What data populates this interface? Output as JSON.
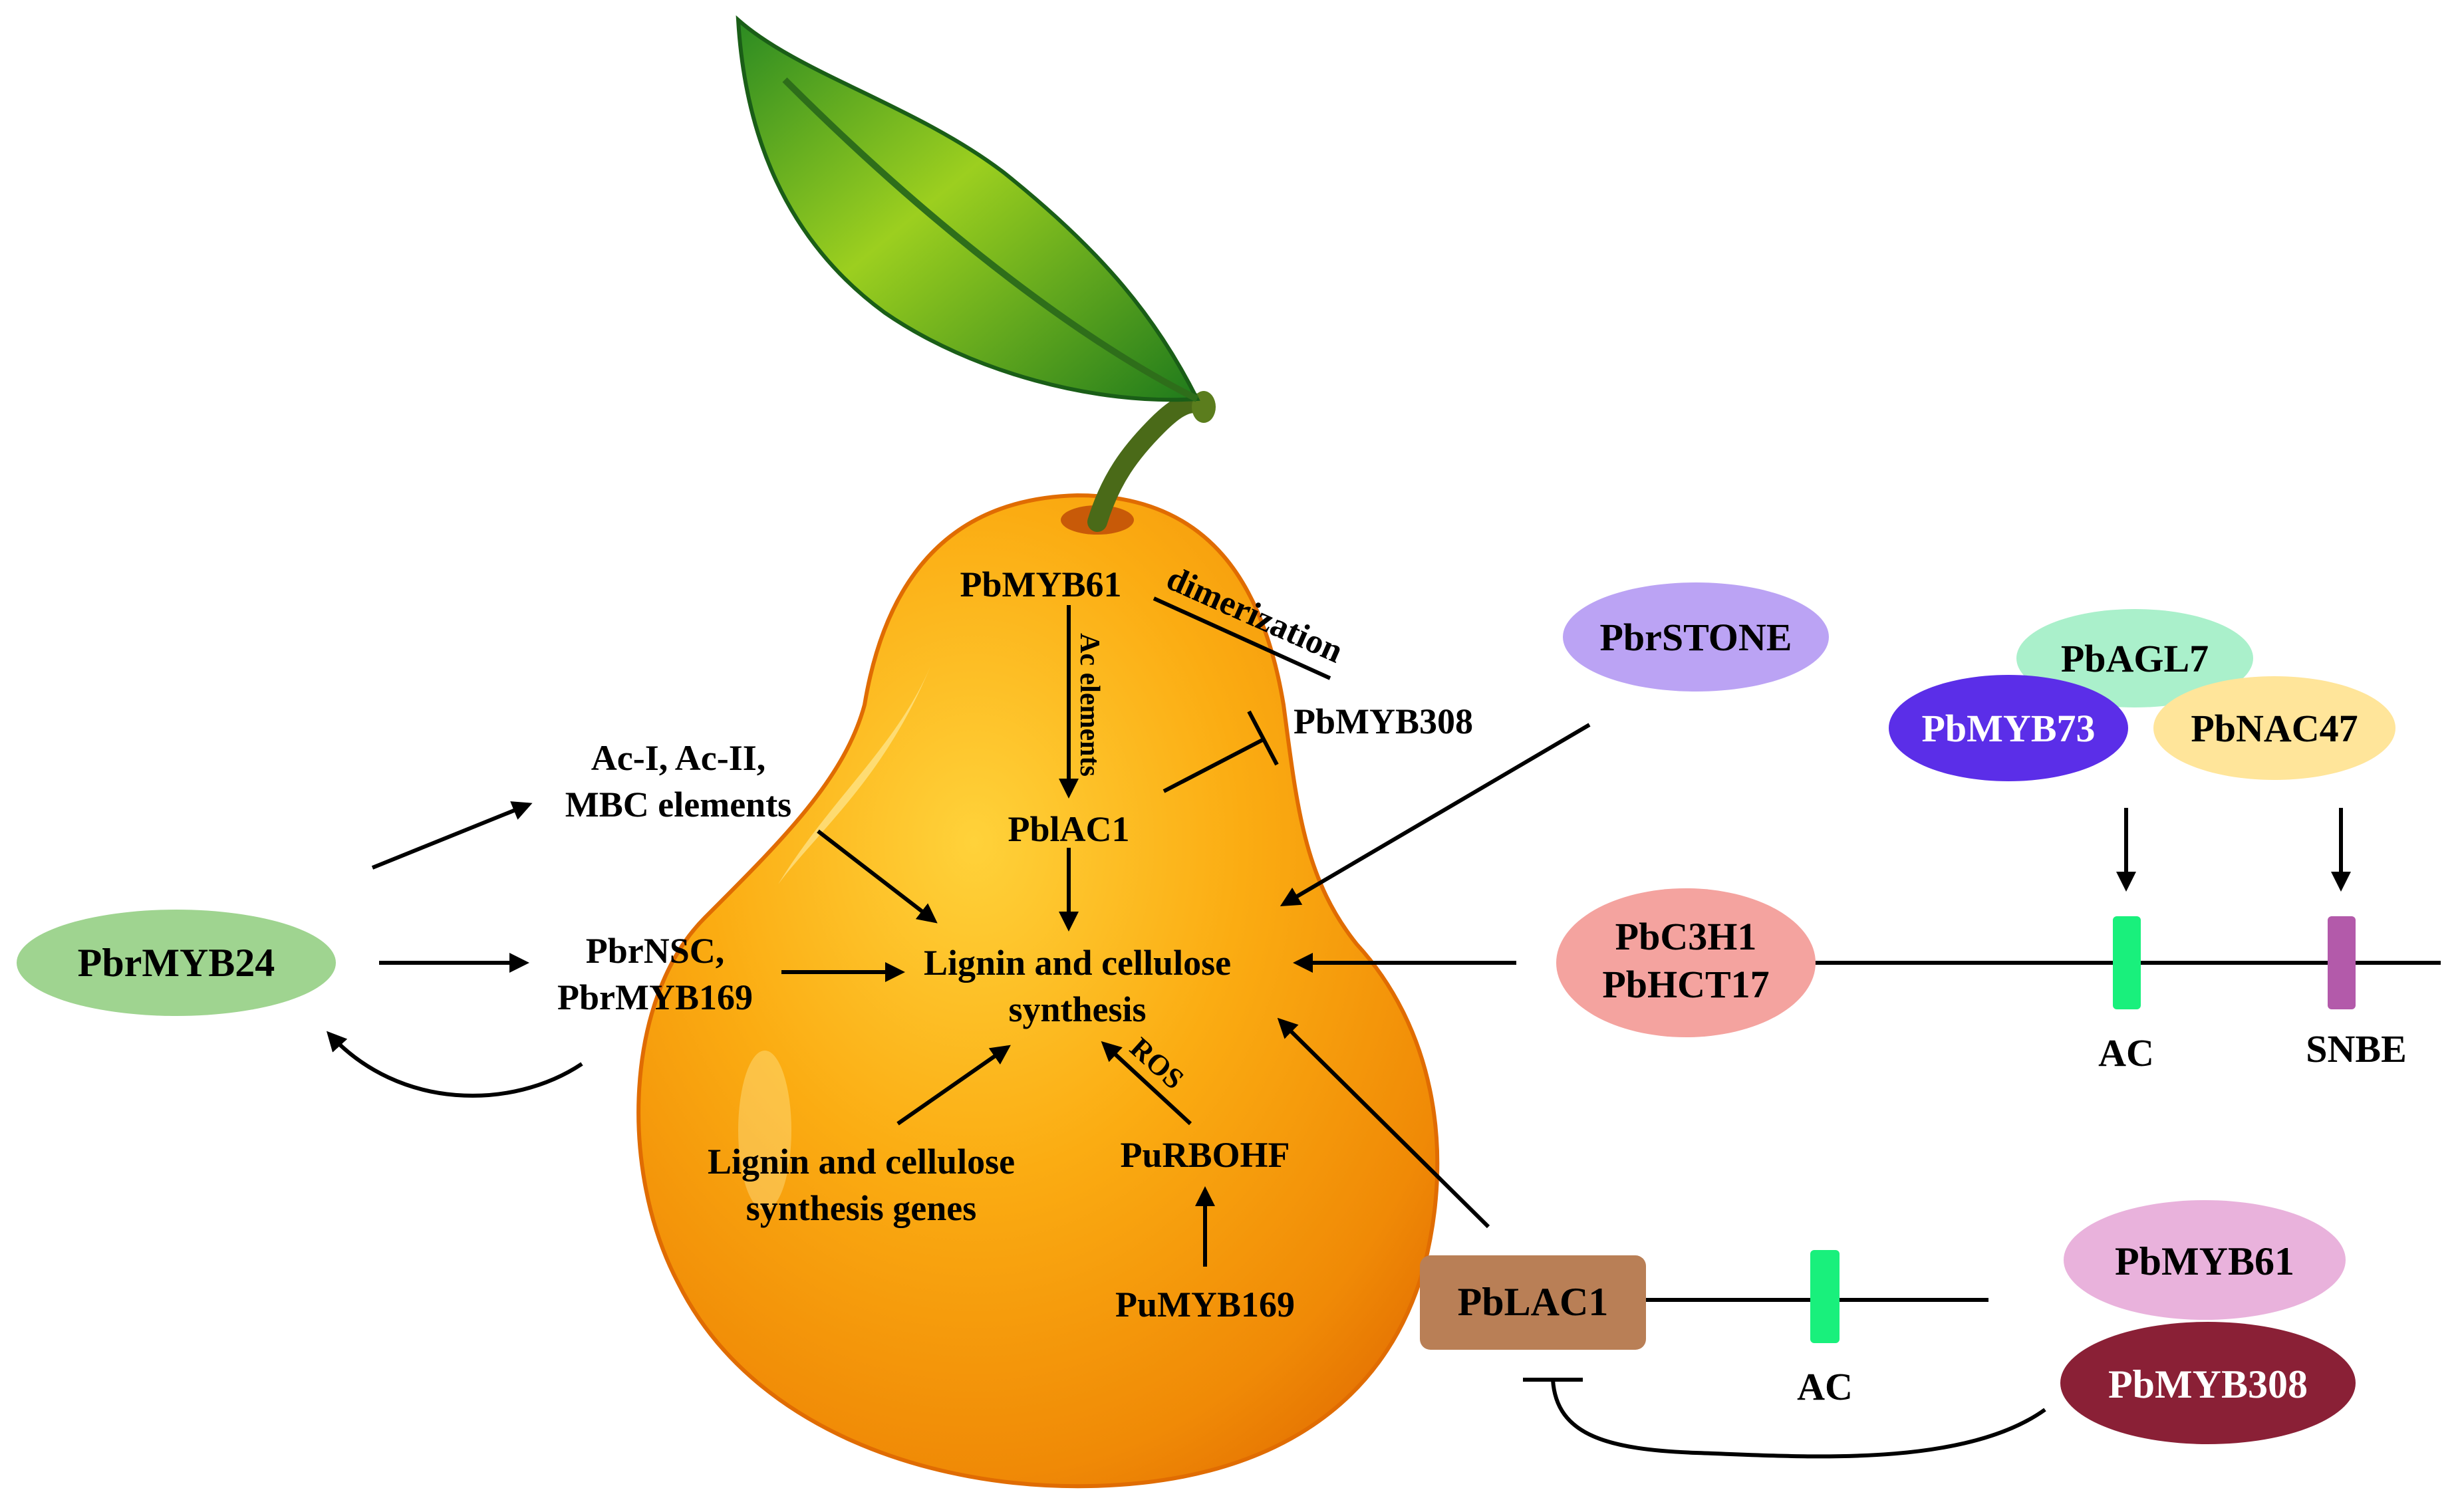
{
  "colors": {
    "background": "#ffffff",
    "pear_light": "#ffc21a",
    "pear_mid": "#f9a10c",
    "pear_dark": "#ee7d04",
    "leaf_light": "#9ccf1f",
    "leaf_dark": "#1f7a1c",
    "stem": "#4a6a18",
    "pbrmyb24_fill": "#9fd490",
    "pbrstone_fill": "#bba3f4",
    "pbagl7_fill": "#aaf0cb",
    "pbmyb73_fill": "#5b2ee8",
    "pbnac47_fill": "#ffe59a",
    "pbc3h1_fill": "#f4a39f",
    "ac_box": "#19f07c",
    "snbe_box": "#b35aaa",
    "pblac1_box": "#b97f56",
    "pbmyb61_fill": "#e9b2dc",
    "pbmyb308_fill": "#8a2036"
  },
  "icons": {
    "fruit": "pear-icon",
    "leaf": "leaf-icon"
  },
  "pear": {
    "pbmyb61": "PbMYB61",
    "dimerization": "dimerization",
    "pbmyb308": "PbMYB308",
    "ac_elements": "Ac elements",
    "pblac1": "PblAC1",
    "ac_elements_line1": "Ac-I, Ac-II,",
    "ac_elements_line2": "MBC elements",
    "pbrnsc_line1": "PbrNSC,",
    "pbrnsc_line2": "PbrMYB169",
    "lignin_line1": "Lignin and cellulose",
    "lignin_line2": "synthesis",
    "ros": "ROS",
    "genes_line1": "Lignin and cellulose",
    "genes_line2": "synthesis genes",
    "purbohf": "PuRBOHF",
    "pumyb169": "PuMYB169"
  },
  "left": {
    "pbrmyb24": "PbrMYB24"
  },
  "right": {
    "pbrstone": "PbrSTONE",
    "pbagl7": "PbAGL7",
    "pbmyb73": "PbMYB73",
    "pbnac47": "PbNAC47",
    "pbc3h1_line1": "PbC3H1",
    "pbc3h1_line2": "PbHCT17",
    "ac_upper": "AC",
    "snbe": "SNBE"
  },
  "bottom": {
    "pblac1_box": "PbLAC1",
    "ac_lower": "AC",
    "pbmyb61": "PbMYB61",
    "pbmyb308": "PbMYB308"
  }
}
